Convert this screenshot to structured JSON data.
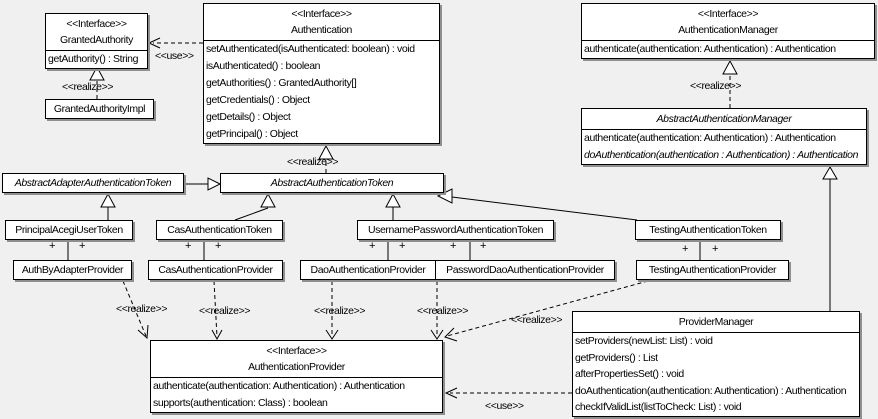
{
  "labels": {
    "use": "<<use>>",
    "realize": "<<realize>>",
    "plus": "+"
  },
  "classes": {
    "granted_authority": {
      "stereotype": "<<Interface>>",
      "name": "GrantedAuthority",
      "methods": [
        "getAuthority() : String"
      ]
    },
    "granted_authority_impl": {
      "name": "GrantedAuthorityImpl"
    },
    "authentication": {
      "stereotype": "<<Interface>>",
      "name": "Authentication",
      "methods": [
        "setAuthenticated(isAuthenticated: boolean) : void",
        "isAuthenticated() : boolean",
        "getAuthorities() : GrantedAuthority[]",
        "getCredentials() : Object",
        "getDetails() : Object",
        "getPrincipal() : Object"
      ]
    },
    "authentication_manager": {
      "stereotype": "<<Interface>>",
      "name": "AuthenticationManager",
      "methods": [
        "authenticate(authentication: Authentication) : Authentication"
      ]
    },
    "abstract_authentication_manager": {
      "name": "AbstractAuthenticationManager",
      "methods": [
        "authenticate(authentication: Authentication) : Authentication",
        "doAuthentication(authentication : Authentication) : Authentication"
      ]
    },
    "abstract_adapter_authentication_token": {
      "name": "AbstractAdapterAuthenticationToken"
    },
    "abstract_authentication_token": {
      "name": "AbstractAuthenticationToken"
    },
    "principal_acegi_user_token": {
      "name": "PrincipalAcegiUserToken"
    },
    "cas_authentication_token": {
      "name": "CasAuthenticationToken"
    },
    "username_password_authentication_token": {
      "name": "UsernamePasswordAuthenticationToken"
    },
    "testing_authentication_token": {
      "name": "TestingAuthenticationToken"
    },
    "auth_by_adapter_provider": {
      "name": "AuthByAdapterProvider"
    },
    "cas_authentication_provider": {
      "name": "CasAuthenticationProvider"
    },
    "dao_authentication_provider": {
      "name": "DaoAuthenticationProvider"
    },
    "password_dao_authentication_provider": {
      "name": "PasswordDaoAuthenticationProvider"
    },
    "testing_authentication_provider": {
      "name": "TestingAuthenticationProvider"
    },
    "authentication_provider": {
      "stereotype": "<<Interface>>",
      "name": "AuthenticationProvider",
      "methods": [
        "authenticate(authentication: Authentication) : Authentication",
        "supports(authentication: Class) : boolean"
      ]
    },
    "provider_manager": {
      "name": "ProviderManager",
      "methods": [
        "setProviders(newList: List) : void",
        "getProviders() : List",
        "afterPropertiesSet() : void",
        "doAuthentication(authentication: Authentication) : Authentication",
        "checkIfValidList(listToCheck: List) : void"
      ]
    }
  },
  "edges": [
    {
      "type": "realize",
      "from": "GrantedAuthorityImpl",
      "to": "GrantedAuthority",
      "label": "<<realize>>"
    },
    {
      "type": "use",
      "from": "Authentication",
      "to": "GrantedAuthority",
      "label": "<<use>>"
    },
    {
      "type": "realize",
      "from": "AbstractAuthenticationToken",
      "to": "Authentication",
      "label": "<<realize>>"
    },
    {
      "type": "realize",
      "from": "AbstractAuthenticationManager",
      "to": "AuthenticationManager",
      "label": "<<realize>>"
    },
    {
      "type": "generalization",
      "from": "AbstractAdapterAuthenticationToken",
      "to": "AbstractAuthenticationToken"
    },
    {
      "type": "generalization",
      "from": "PrincipalAcegiUserToken",
      "to": "AbstractAdapterAuthenticationToken"
    },
    {
      "type": "generalization",
      "from": "CasAuthenticationToken",
      "to": "AbstractAuthenticationToken"
    },
    {
      "type": "generalization",
      "from": "UsernamePasswordAuthenticationToken",
      "to": "AbstractAuthenticationToken"
    },
    {
      "type": "generalization",
      "from": "TestingAuthenticationToken",
      "to": "AbstractAuthenticationToken"
    },
    {
      "type": "generalization",
      "from": "ProviderManager",
      "to": "AbstractAuthenticationManager"
    },
    {
      "type": "association",
      "from": "PrincipalAcegiUserToken",
      "to": "AuthByAdapterProvider",
      "end_labels": [
        "+",
        "+"
      ]
    },
    {
      "type": "association",
      "from": "CasAuthenticationToken",
      "to": "CasAuthenticationProvider",
      "end_labels": [
        "+",
        "+"
      ]
    },
    {
      "type": "association",
      "from": "UsernamePasswordAuthenticationToken",
      "to": "DaoAuthenticationProvider",
      "end_labels": [
        "+",
        "+"
      ]
    },
    {
      "type": "association",
      "from": "UsernamePasswordAuthenticationToken",
      "to": "PasswordDaoAuthenticationProvider",
      "end_labels": [
        "+",
        "+"
      ]
    },
    {
      "type": "association",
      "from": "TestingAuthenticationToken",
      "to": "TestingAuthenticationProvider",
      "end_labels": [
        "+",
        "+"
      ]
    },
    {
      "type": "realize",
      "from": "AuthByAdapterProvider",
      "to": "AuthenticationProvider",
      "label": "<<realize>>"
    },
    {
      "type": "realize",
      "from": "CasAuthenticationProvider",
      "to": "AuthenticationProvider",
      "label": "<<realize>>"
    },
    {
      "type": "realize",
      "from": "DaoAuthenticationProvider",
      "to": "AuthenticationProvider",
      "label": "<<realize>>"
    },
    {
      "type": "realize",
      "from": "PasswordDaoAuthenticationProvider",
      "to": "AuthenticationProvider",
      "label": "<<realize>>"
    },
    {
      "type": "realize",
      "from": "TestingAuthenticationProvider",
      "to": "AuthenticationProvider",
      "label": "<<realize>>"
    },
    {
      "type": "use",
      "from": "ProviderManager",
      "to": "AuthenticationProvider",
      "label": "<<use>>"
    }
  ]
}
